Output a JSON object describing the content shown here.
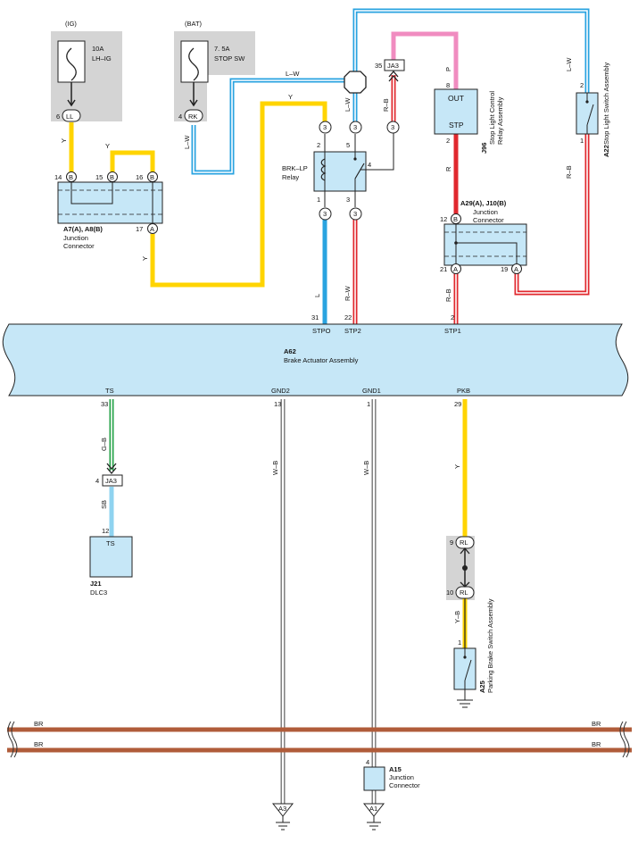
{
  "colors": {
    "yellow": "#ffd400",
    "blue": "#29a3e0",
    "light_blue": "#8fd3f0",
    "red": "#e0282e",
    "pink": "#f08cc0",
    "green": "#27a34a",
    "brown": "#b05c3a",
    "box_fill": "#c6e7f7",
    "gray_fill": "#d4d4d4"
  },
  "fuses": {
    "ig_source": "(IG)",
    "ig_rating": "10A",
    "ig_name": "LH–IG",
    "bat_source": "(BAT)",
    "bat_rating": "7. 5A",
    "bat_name": "STOP SW"
  },
  "connectors": {
    "ll": "LL",
    "ll_pin": "6",
    "rk": "RK",
    "rk_pin": "4",
    "b": "B",
    "a": "A",
    "rl": "RL",
    "ja3": "JA3",
    "pin_14": "14",
    "pin_15": "15",
    "pin_16": "16",
    "pin_17": "17",
    "pin_12": "12",
    "pin_21": "21",
    "pin_19": "19",
    "pin_35": "35",
    "pin_8": "8",
    "pin_2": "2",
    "pin_1": "1",
    "pin_3": "3",
    "pin_5": "5",
    "pin_4": "4",
    "pin_31": "31",
    "pin_22": "22",
    "pin_33": "33",
    "pin_13": "13",
    "pin_29": "29",
    "pin_9": "9",
    "pin_10": "10",
    "c3": "3"
  },
  "wires": {
    "y": "Y",
    "lw": "L–W",
    "l": "L",
    "rw": "R–W",
    "rb": "R–B",
    "p": "P",
    "r": "R",
    "gb": "G–B",
    "sb": "SB",
    "wb": "W–B",
    "yb": "Y–B",
    "br": "BR"
  },
  "components": {
    "junction_a7_code": "A7(A), A8(B)",
    "junction_a7_name": "Junction",
    "junction_a7_name2": "Connector",
    "relay_name": "BRK–LP",
    "relay_name2": "Relay",
    "j96_code": "J96",
    "j96_name": "Stop Light Control",
    "j96_name2": "Relay Assembly",
    "j96_out": "OUT",
    "j96_stp": "STP",
    "a22_code": "A22",
    "a22_name": "Stop Light Switch Assembly",
    "a29_code": "A29(A), J10(B)",
    "a29_name": "Junction",
    "a29_name2": "Connector",
    "a62_code": "A62",
    "a62_name": "Brake Actuator Assembly",
    "pin_stpo": "STPO",
    "pin_stp2": "STP2",
    "pin_stp1": "STP1",
    "pin_ts": "TS",
    "pin_gnd2": "GND2",
    "pin_gnd1": "GND1",
    "pin_pkb": "PKB",
    "j21_code": "J21",
    "j21_name": "DLC3",
    "j21_pin": "TS",
    "a25_code": "A25",
    "a25_name": "Parking Brake Switch Assembly",
    "a15_code": "A15",
    "a15_name": "Junction",
    "a15_name2": "Connector",
    "ground_a3": "A3",
    "ground_a1": "A1"
  }
}
